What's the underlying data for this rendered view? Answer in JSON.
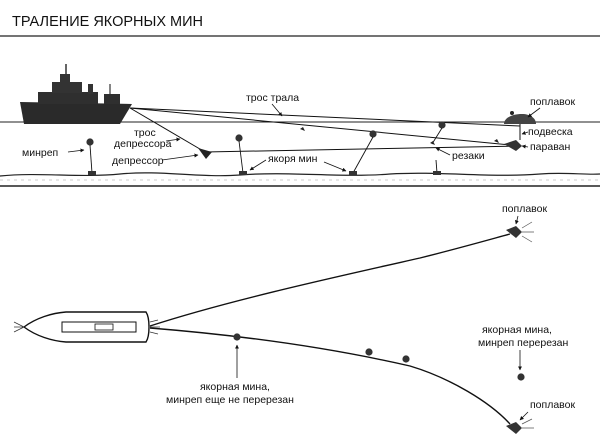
{
  "title": "ТРАЛЕНИЕ ЯКОРНЫХ МИН",
  "side_view": {
    "labels": {
      "sweep_wire": "трос трала",
      "float": "поплавок",
      "kite_wire_1": "трос",
      "kite_wire_2": "депрессора",
      "kite": "депрессор",
      "mine_rope": "минреп",
      "anchors": "якоря мин",
      "cutters": "резаки",
      "pendant": "подвеска",
      "paravane": "параван"
    }
  },
  "top_view": {
    "labels": {
      "float_top": "поплавок",
      "float_bottom": "поплавок",
      "mine_cut_1": "якорная мина,",
      "mine_cut_2": "минреп перерезан",
      "mine_uncut_1": "якорная мина,",
      "mine_uncut_2": "минреп еще не перерезан"
    }
  }
}
